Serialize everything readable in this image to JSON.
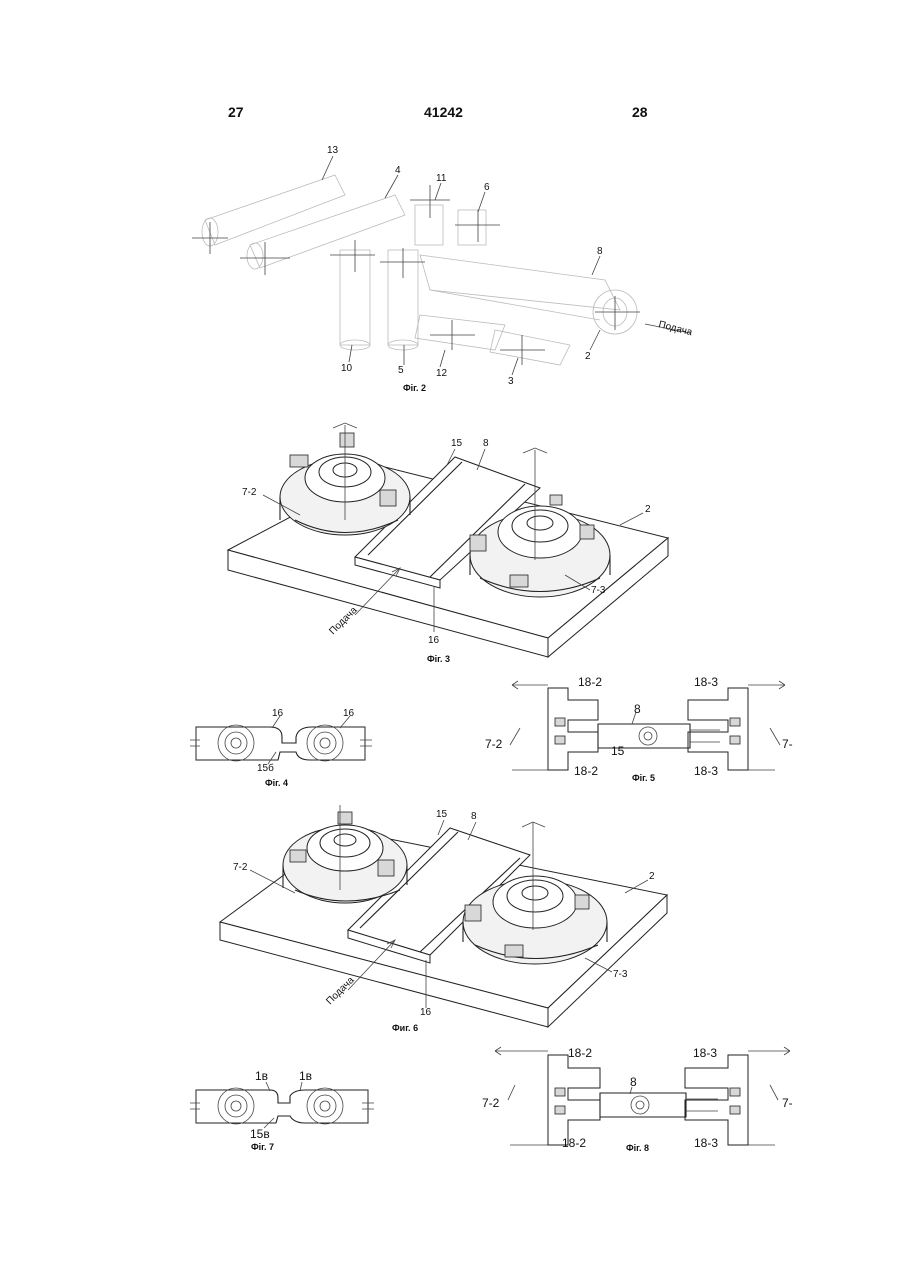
{
  "header": {
    "page_left": "27",
    "patent_number": "41242",
    "page_right": "28"
  },
  "fig2": {
    "caption": "Фіг. 2",
    "labels": {
      "l13": "13",
      "l4": "4",
      "l11": "11",
      "l6": "6",
      "l8": "8",
      "l10": "10",
      "l5": "5",
      "l12": "12",
      "l3": "3",
      "l2": "2"
    },
    "feed": "Подача"
  },
  "fig3": {
    "caption": "Фіг. 3",
    "labels": {
      "l15": "15",
      "l8": "8",
      "l72": "7-2",
      "l2": "2",
      "l73": "7-3",
      "l16": "16"
    },
    "feed": "Подача"
  },
  "fig4": {
    "caption": "Фіг. 4",
    "labels": {
      "l16a": "16",
      "l16b": "16",
      "l15b": "15б"
    }
  },
  "fig5": {
    "caption": "Фіг. 5",
    "labels": {
      "l182top": "18-2",
      "l183top": "18-3",
      "l72": "7-2",
      "l8": "8",
      "l7r": "7-",
      "l15": "15",
      "l182bot": "18-2",
      "l183bot": "18-3"
    }
  },
  "fig6": {
    "caption": "Фиг. 6",
    "labels": {
      "l15": "15",
      "l8": "8",
      "l72": "7-2",
      "l2": "2",
      "l73": "7-3",
      "l16": "16"
    },
    "feed": "Подача"
  },
  "fig7": {
    "caption": "Фіг. 7",
    "labels": {
      "l1va": "1в",
      "l1vb": "1в",
      "l15v": "15в"
    }
  },
  "fig8": {
    "caption": "Фіг. 8",
    "labels": {
      "l182top": "18-2",
      "l183top": "18-3",
      "l72": "7-2",
      "l8": "8",
      "l7r": "7-",
      "l182bot": "18-2",
      "l183bot": "18-3"
    }
  }
}
